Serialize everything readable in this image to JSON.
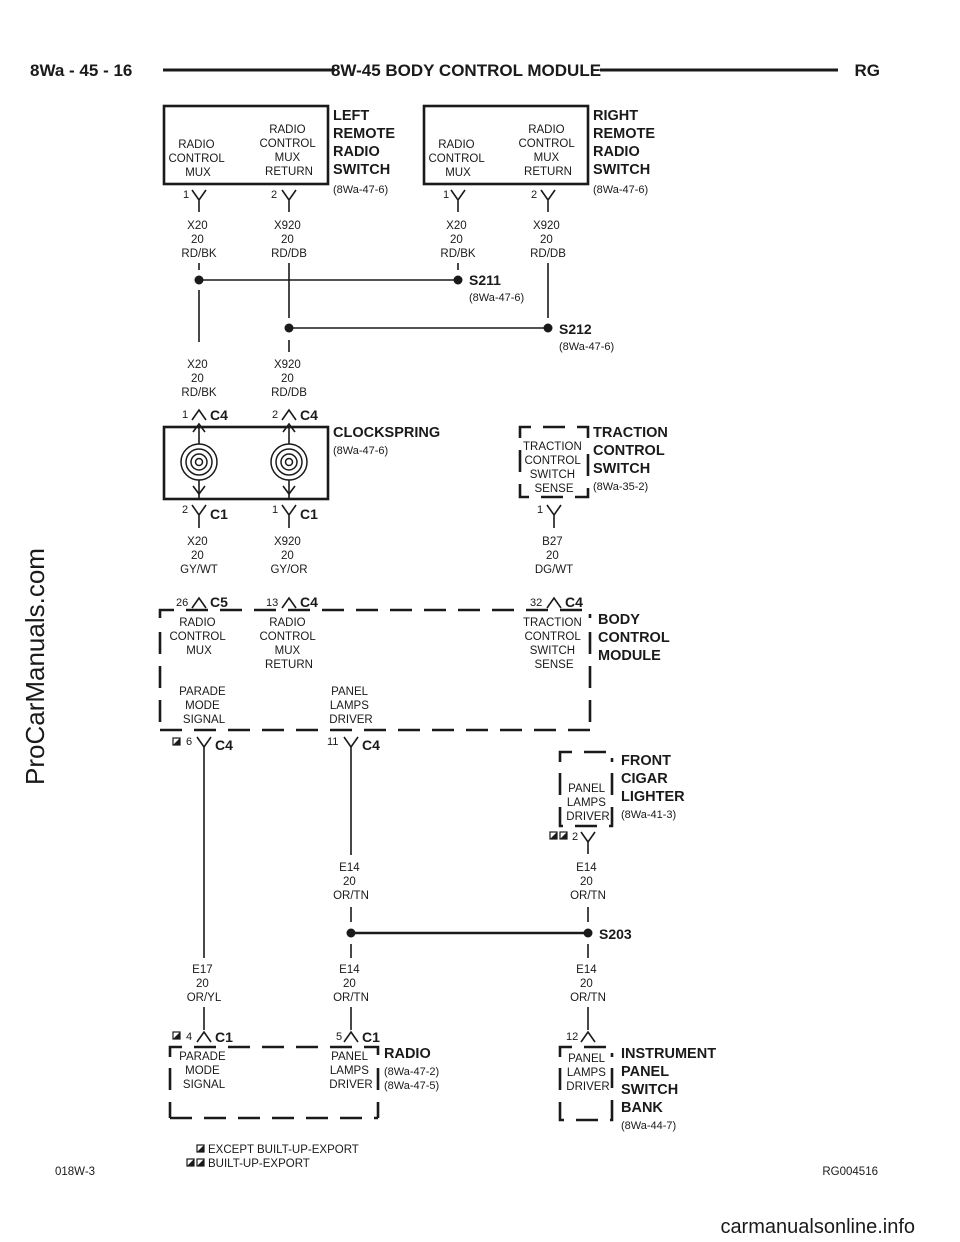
{
  "header": {
    "left": "8Wa - 45 - 16",
    "title": "8W-45 BODY CONTROL MODULE",
    "right": "RG"
  },
  "footer": {
    "left_code": "018W-3",
    "right_code": "RG004516",
    "legend_except": "EXCEPT BUILT-UP-EXPORT",
    "legend_built": "BUILT-UP-EXPORT"
  },
  "watermarks": {
    "side": "ProCarManuals.com",
    "bottom": "carmanualsonline.info"
  },
  "left_switch": {
    "name": [
      "LEFT",
      "REMOTE",
      "RADIO",
      "SWITCH"
    ],
    "ref": "(8Wa-47-6)",
    "pin1_label": [
      "RADIO",
      "CONTROL",
      "MUX"
    ],
    "pin2_label": [
      "RADIO",
      "CONTROL",
      "MUX",
      "RETURN"
    ],
    "pin1": "1",
    "pin2": "2",
    "wire1": [
      "X20",
      "20",
      "RD/BK"
    ],
    "wire2": [
      "X920",
      "20",
      "RD/DB"
    ]
  },
  "right_switch": {
    "name": [
      "RIGHT",
      "REMOTE",
      "RADIO",
      "SWITCH"
    ],
    "ref": "(8Wa-47-6)",
    "pin1_label": [
      "RADIO",
      "CONTROL",
      "MUX"
    ],
    "pin2_label": [
      "RADIO",
      "CONTROL",
      "MUX",
      "RETURN"
    ],
    "pin1": "1",
    "pin2": "2",
    "wire1": [
      "X20",
      "20",
      "RD/BK"
    ],
    "wire2": [
      "X920",
      "20",
      "RD/DB"
    ]
  },
  "splices": {
    "s211": "S211",
    "s211_ref": "(8Wa-47-6)",
    "s212": "S212",
    "s212_ref": "(8Wa-47-6)",
    "s203": "S203"
  },
  "mid_wires": {
    "x20": [
      "X20",
      "20",
      "RD/BK"
    ],
    "x920": [
      "X920",
      "20",
      "RD/DB"
    ]
  },
  "clockspring": {
    "name": "CLOCKSPRING",
    "ref": "(8Wa-47-6)",
    "top_pin1": "1",
    "top_pin2": "2",
    "top_conn": "C4",
    "bot_pin_left": "2",
    "bot_pin_right": "1",
    "bot_conn": "C1",
    "out_left": [
      "X20",
      "20",
      "GY/WT"
    ],
    "out_right": [
      "X920",
      "20",
      "GY/OR"
    ]
  },
  "traction_switch": {
    "name": [
      "TRACTION",
      "CONTROL",
      "SWITCH"
    ],
    "ref": "(8Wa-35-2)",
    "inner": [
      "TRACTION",
      "CONTROL",
      "SWITCH",
      "SENSE"
    ],
    "pin": "1",
    "wire": [
      "B27",
      "20",
      "DG/WT"
    ]
  },
  "bcm": {
    "name": [
      "BODY",
      "CONTROL",
      "MODULE"
    ],
    "pin26": "26",
    "conn26": "C5",
    "pin13": "13",
    "conn13": "C4",
    "pin32": "32",
    "conn32": "C4",
    "label_mux": [
      "RADIO",
      "CONTROL",
      "MUX"
    ],
    "label_return": [
      "RADIO",
      "CONTROL",
      "MUX",
      "RETURN"
    ],
    "label_traction": [
      "TRACTION",
      "CONTROL",
      "SWITCH",
      "SENSE"
    ],
    "label_parade": [
      "PARADE",
      "MODE",
      "SIGNAL"
    ],
    "label_panel": [
      "PANEL",
      "LAMPS",
      "DRIVER"
    ],
    "pin6": "6",
    "conn6": "C4",
    "pin11": "11",
    "conn11": "C4"
  },
  "cigar_lighter": {
    "name": [
      "FRONT",
      "CIGAR",
      "LIGHTER"
    ],
    "ref": "(8Wa-41-3)",
    "inner": [
      "PANEL",
      "LAMPS",
      "DRIVER"
    ],
    "pin": "2",
    "wire": [
      "E14",
      "20",
      "OR/TN"
    ]
  },
  "lower_wires": {
    "e14_mid_upper": [
      "E14",
      "20",
      "OR/TN"
    ],
    "e14_mid_lower": [
      "E14",
      "20",
      "OR/TN"
    ],
    "e14_right_lower": [
      "E14",
      "20",
      "OR/TN"
    ],
    "e17": [
      "E17",
      "20",
      "OR/YL"
    ]
  },
  "radio": {
    "name": "RADIO",
    "ref1": "(8Wa-47-2)",
    "ref2": "(8Wa-47-5)",
    "pin4": "4",
    "conn4": "C1",
    "pin5": "5",
    "conn5": "C1",
    "label_parade": [
      "PARADE",
      "MODE",
      "SIGNAL"
    ],
    "label_panel": [
      "PANEL",
      "LAMPS",
      "DRIVER"
    ]
  },
  "ips_bank": {
    "name": [
      "INSTRUMENT",
      "PANEL",
      "SWITCH",
      "BANK"
    ],
    "ref": "(8Wa-44-7)",
    "pin": "12",
    "inner": [
      "PANEL",
      "LAMPS",
      "DRIVER"
    ]
  }
}
